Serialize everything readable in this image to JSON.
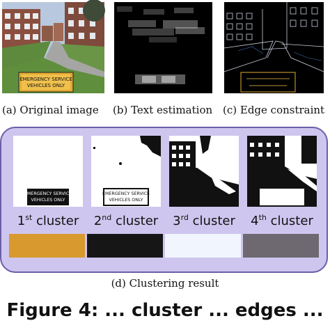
{
  "captions": {
    "a": "(a)  Original image",
    "b": "(b)  Text estimation",
    "c": "(c)  Edge constraint",
    "d": "(d)  Clustering result"
  },
  "sign_text": {
    "line1": "EMERGENCY SERVICE",
    "line2": "VEHICLES ONLY"
  },
  "clusters": [
    {
      "ordinal": "1",
      "suffix": "st",
      "word": "cluster",
      "color": "#d89a2e"
    },
    {
      "ordinal": "2",
      "suffix": "nd",
      "word": "cluster",
      "color": "#161616"
    },
    {
      "ordinal": "3",
      "suffix": "rd",
      "word": "cluster",
      "color": "#f1f5fd"
    },
    {
      "ordinal": "4",
      "suffix": "th",
      "word": "cluster",
      "color": "#6e6870"
    }
  ],
  "partial_text": "Figure 4: ... cluster ... edges ..."
}
